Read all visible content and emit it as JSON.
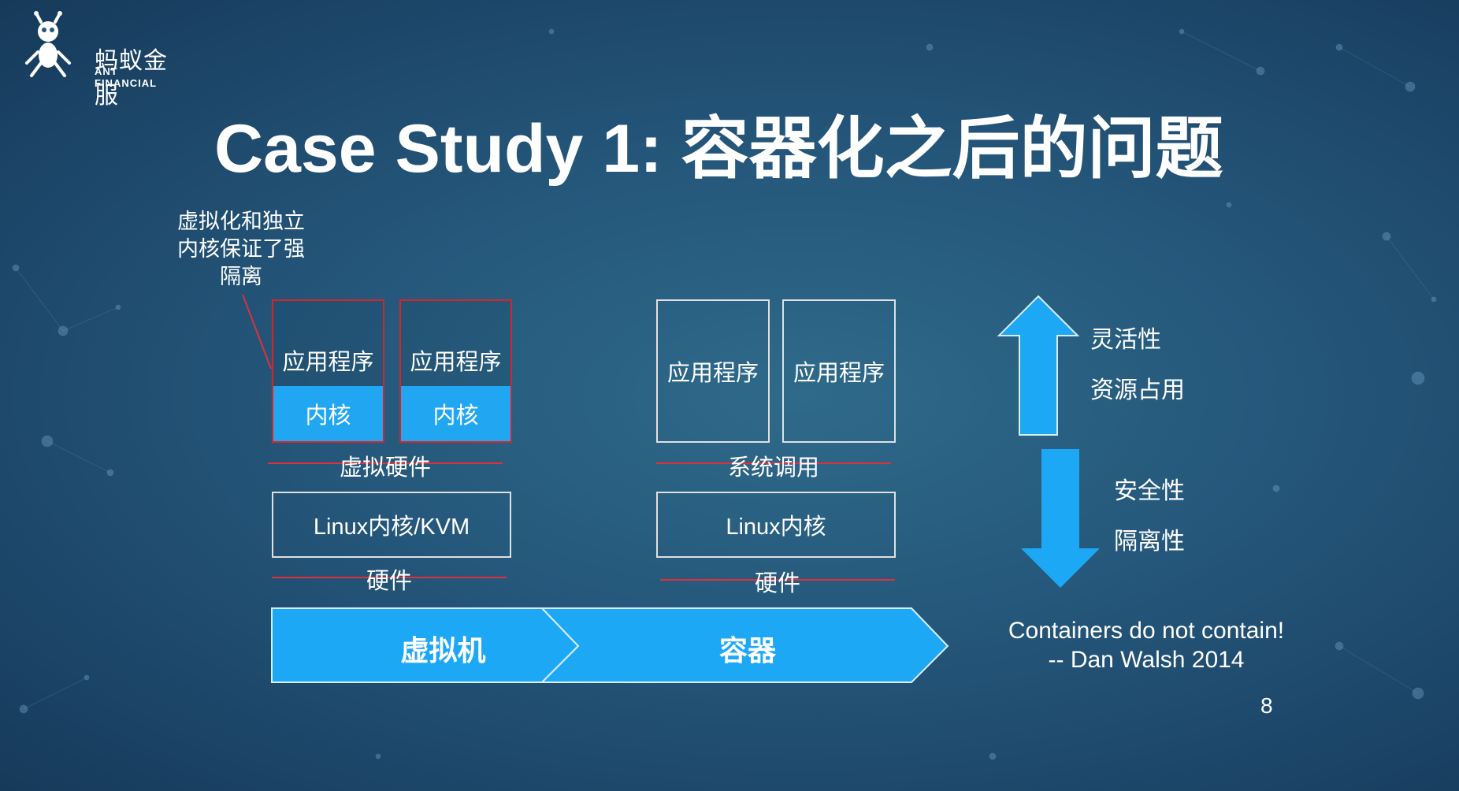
{
  "brand": {
    "name_cn": "蚂蚁金服",
    "name_en": "ANT FINANCIAL"
  },
  "title": "Case Study 1: 容器化之后的问题",
  "annotation": {
    "lines": [
      "虚拟化和独立",
      "内核保证了强",
      "隔离"
    ]
  },
  "vm": {
    "apps": [
      {
        "app": "应用程序",
        "kernel": "内核"
      },
      {
        "app": "应用程序",
        "kernel": "内核"
      }
    ],
    "layer1_label": "虚拟硬件",
    "host_kernel": "Linux内核/KVM",
    "layer2_label": "硬件"
  },
  "container": {
    "apps": [
      "应用程序",
      "应用程序"
    ],
    "layer1_label": "系统调用",
    "host_kernel": "Linux内核",
    "layer2_label": "硬件"
  },
  "chevrons": {
    "vm_label": "虚拟机",
    "container_label": "容器"
  },
  "up_arrow": {
    "labels": [
      "灵活性",
      "资源占用"
    ]
  },
  "down_arrow": {
    "labels": [
      "安全性",
      "隔离性"
    ]
  },
  "quote": {
    "line1": "Containers do not contain!",
    "line2": "-- Dan Walsh 2014"
  },
  "page_number": "8",
  "colors": {
    "accent_blue": "#21a7f2",
    "red": "#d3262b",
    "background": "#24567a"
  }
}
